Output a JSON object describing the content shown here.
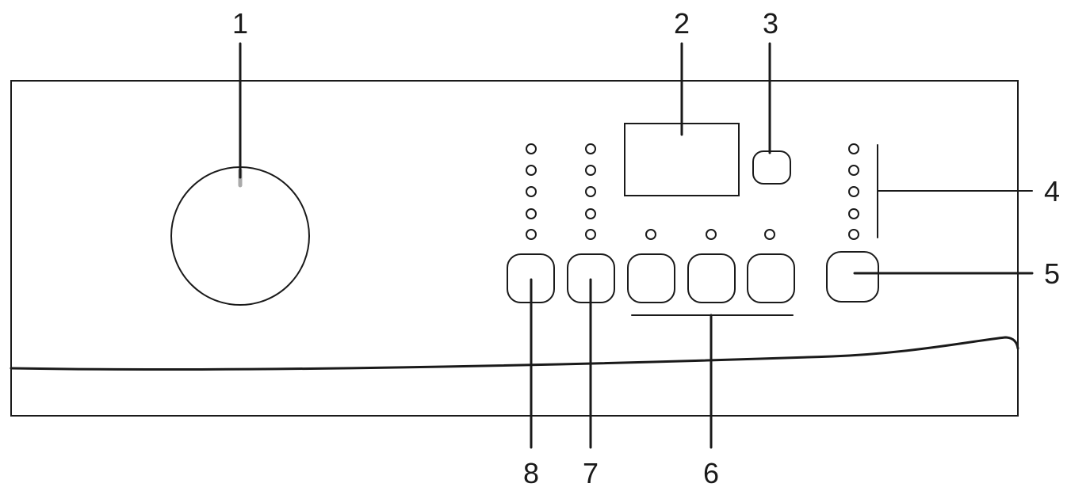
{
  "diagram": {
    "callouts": [
      {
        "id": "1",
        "text": "1"
      },
      {
        "id": "2",
        "text": "2"
      },
      {
        "id": "3",
        "text": "3"
      },
      {
        "id": "4",
        "text": "4"
      },
      {
        "id": "5",
        "text": "5"
      },
      {
        "id": "6",
        "text": "6"
      },
      {
        "id": "7",
        "text": "7"
      },
      {
        "id": "8",
        "text": "8"
      }
    ]
  },
  "colors": {
    "line": "#1a1a1a",
    "knob_marker": "#aaaaaa",
    "background": "#ffffff"
  }
}
